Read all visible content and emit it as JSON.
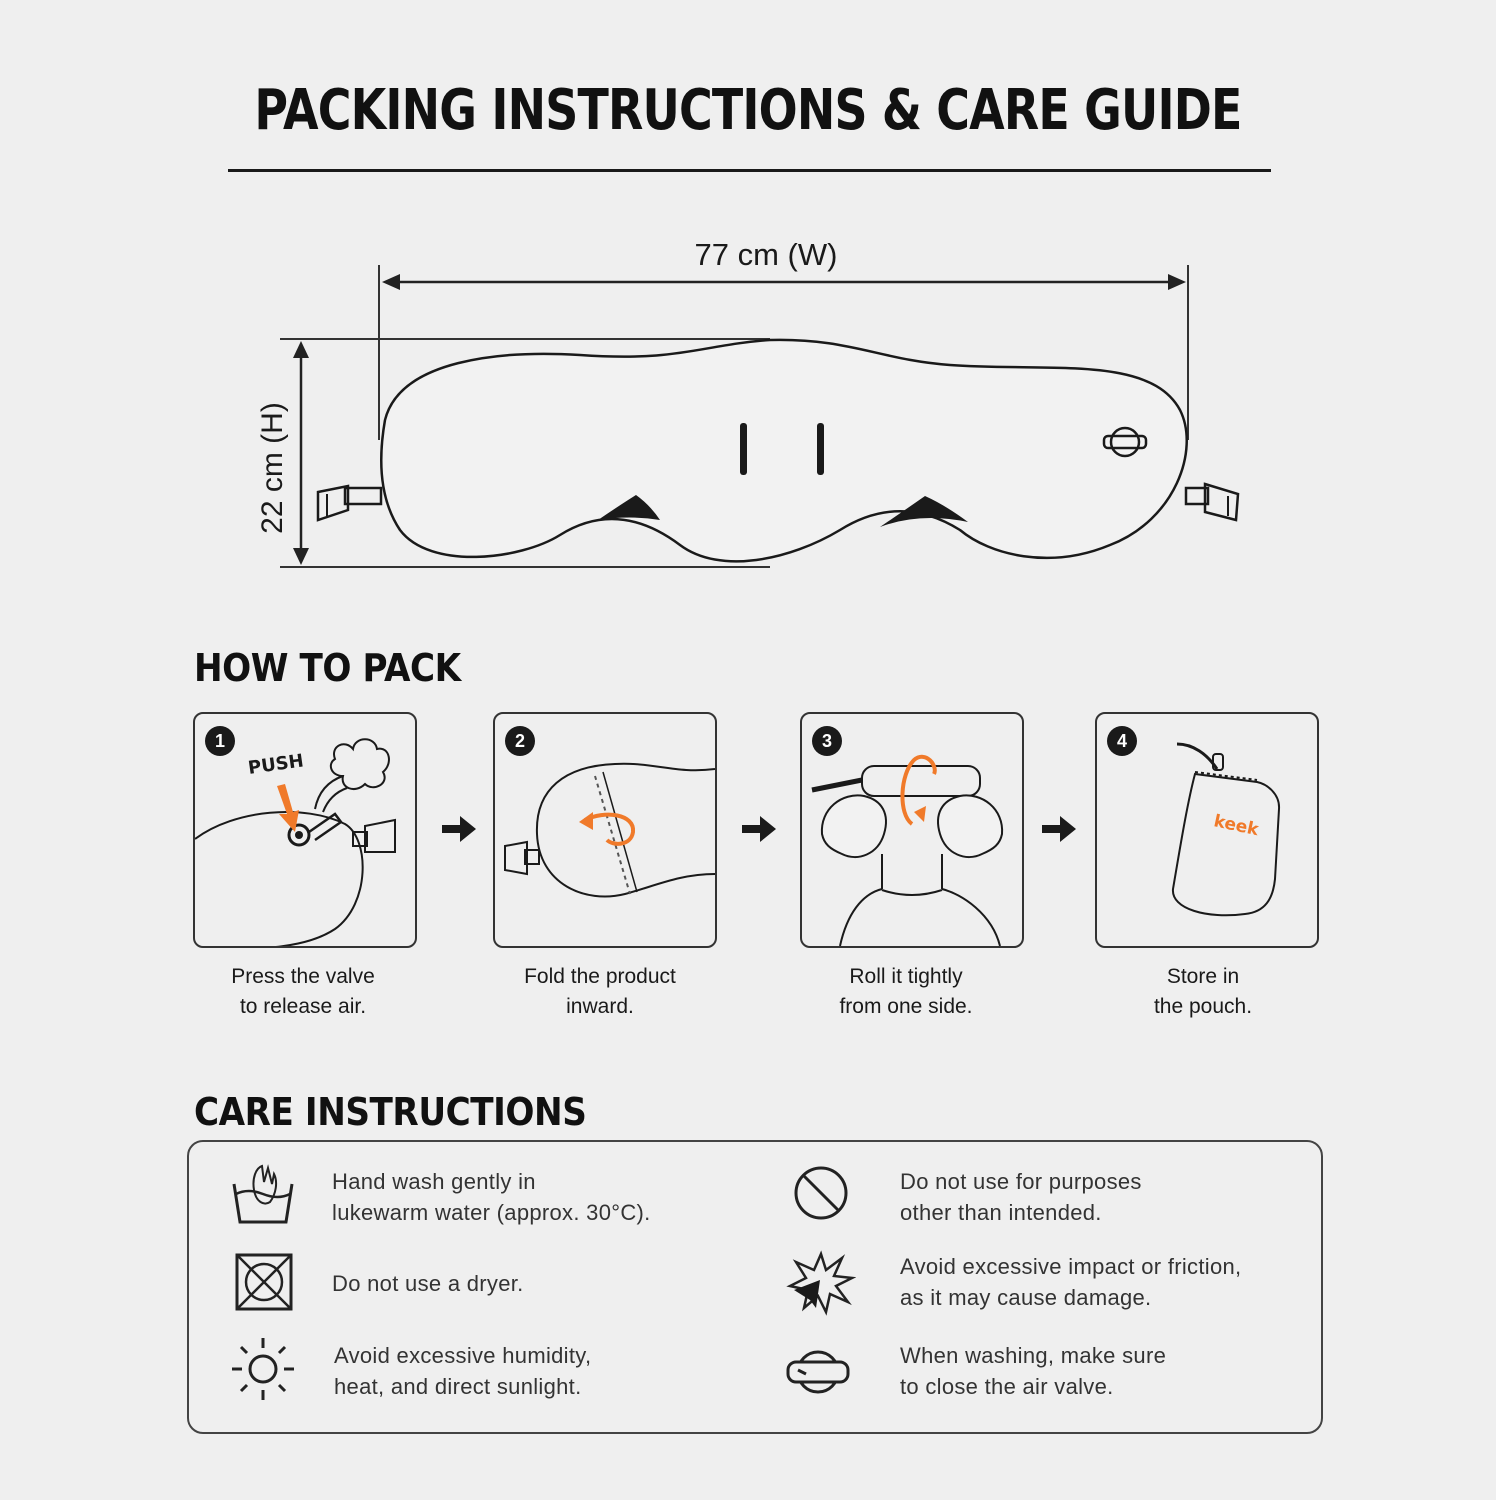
{
  "title": "PACKING INSTRUCTIONS & CARE GUIDE",
  "dimensions": {
    "width_label": "77 cm (W)",
    "height_label": "22 cm (H)"
  },
  "how_to_pack": {
    "heading": "HOW TO PACK",
    "push_label": "PUSH",
    "brand_label": "keek",
    "steps": [
      {
        "number": "1",
        "line1": "Press the valve",
        "line2": "to release air."
      },
      {
        "number": "2",
        "line1": "Fold the product",
        "line2": "inward."
      },
      {
        "number": "3",
        "line1": "Roll it tightly",
        "line2": "from one side."
      },
      {
        "number": "4",
        "line1": "Store in",
        "line2": "the pouch."
      }
    ]
  },
  "care": {
    "heading": "CARE INSTRUCTIONS",
    "items": [
      {
        "icon": "hand-wash-icon",
        "line1": "Hand wash gently in",
        "line2": "lukewarm water (approx. 30°C)."
      },
      {
        "icon": "no-dryer-icon",
        "line1": "Do not use a dryer.",
        "line2": ""
      },
      {
        "icon": "sun-icon",
        "line1": "Avoid excessive humidity,",
        "line2": "heat, and direct sunlight."
      },
      {
        "icon": "prohibited-icon",
        "line1": "Do not use for purposes",
        "line2": "other than intended."
      },
      {
        "icon": "impact-icon",
        "line1": "Avoid excessive impact or friction,",
        "line2": "as it may cause damage."
      },
      {
        "icon": "air-valve-icon",
        "line1": "When washing, make sure",
        "line2": "to close the air valve."
      }
    ]
  },
  "colors": {
    "accent": "#f07a2a",
    "ink": "#1a1a1a",
    "background": "#efefef"
  }
}
